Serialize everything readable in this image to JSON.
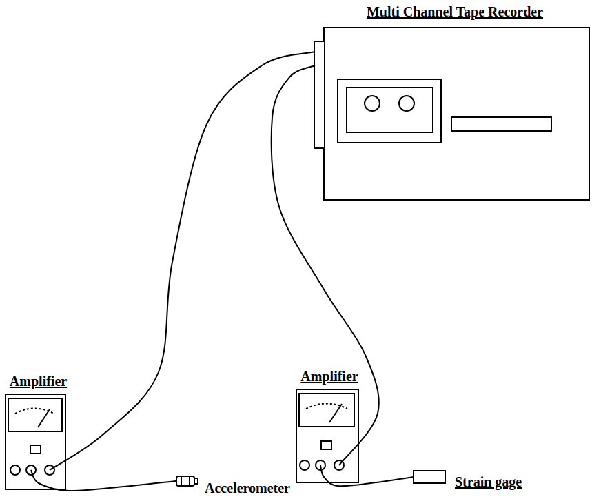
{
  "diagram": {
    "nodes": [
      {
        "text": [
          "Multi Channel Tape Recorder"
        ]
      },
      {
        "text": [
          "Amplifier"
        ]
      },
      {
        "text": [
          "Amplifier"
        ]
      },
      {
        "text": [
          "Accelerometer"
        ]
      },
      {
        "text": [
          "Strain gage"
        ]
      }
    ],
    "edges": [
      {
        "from": 3,
        "to": 1,
        "arrow": "none"
      },
      {
        "from": 4,
        "to": 2,
        "arrow": "none"
      },
      {
        "from": 1,
        "to": 0,
        "arrow": "none"
      },
      {
        "from": 2,
        "to": 0,
        "arrow": "none"
      }
    ]
  }
}
